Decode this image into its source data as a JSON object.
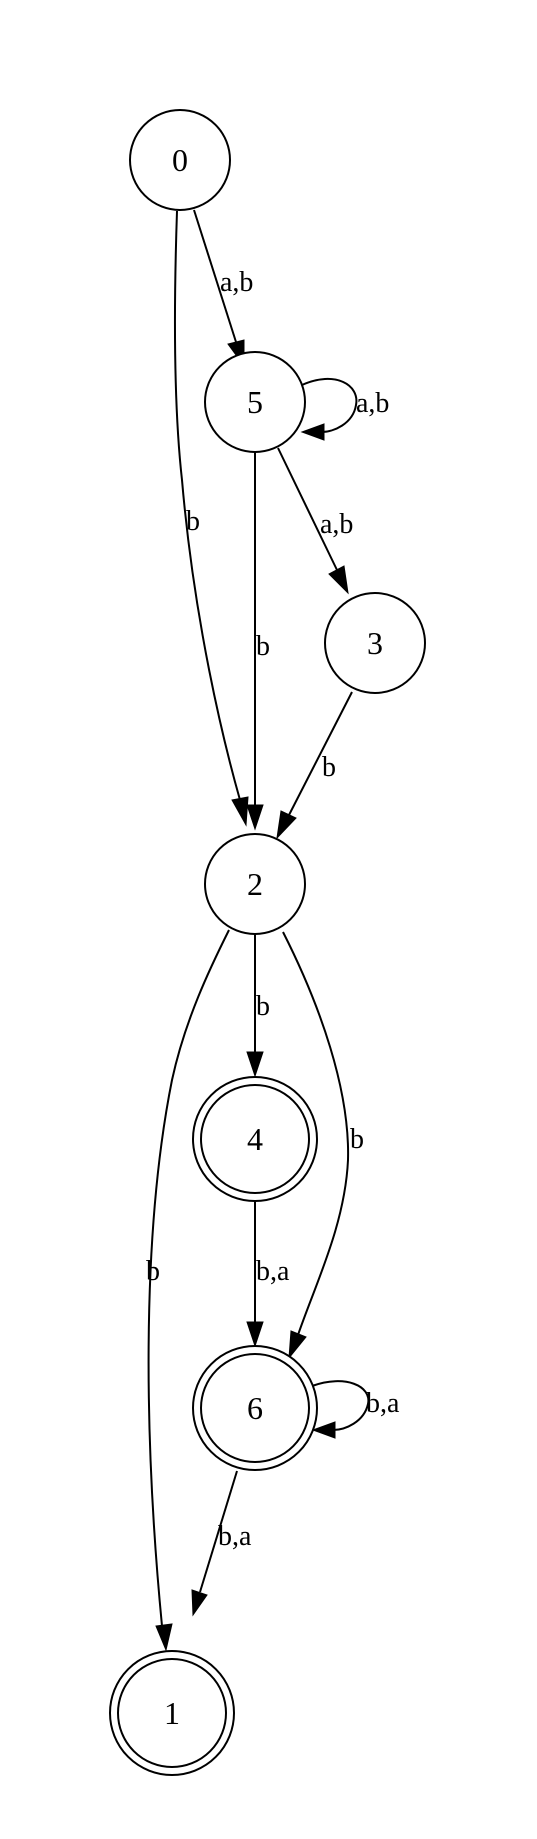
{
  "states": [
    {
      "id": "0",
      "label": "0",
      "accepting": false
    },
    {
      "id": "5",
      "label": "5",
      "accepting": false
    },
    {
      "id": "3",
      "label": "3",
      "accepting": false
    },
    {
      "id": "2",
      "label": "2",
      "accepting": false
    },
    {
      "id": "4",
      "label": "4",
      "accepting": true
    },
    {
      "id": "6",
      "label": "6",
      "accepting": true
    },
    {
      "id": "1",
      "label": "1",
      "accepting": true
    }
  ],
  "transitions": [
    {
      "from": "0",
      "to": "5",
      "label": "a,b"
    },
    {
      "from": "0",
      "to": "2",
      "label": "b"
    },
    {
      "from": "5",
      "to": "5",
      "label": "a,b"
    },
    {
      "from": "5",
      "to": "3",
      "label": "a,b"
    },
    {
      "from": "5",
      "to": "2",
      "label": "b"
    },
    {
      "from": "3",
      "to": "2",
      "label": "b"
    },
    {
      "from": "2",
      "to": "4",
      "label": "b"
    },
    {
      "from": "2",
      "to": "6",
      "label": "b"
    },
    {
      "from": "2",
      "to": "1",
      "label": "b"
    },
    {
      "from": "4",
      "to": "6",
      "label": "b,a"
    },
    {
      "from": "6",
      "to": "6",
      "label": "b,a"
    },
    {
      "from": "6",
      "to": "1",
      "label": "b,a"
    }
  ]
}
